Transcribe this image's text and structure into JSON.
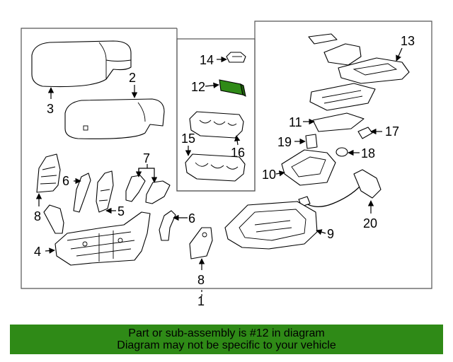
{
  "diagram": {
    "callouts": [
      "1",
      "2",
      "3",
      "4",
      "5",
      "6",
      "6",
      "7",
      "8",
      "8",
      "9",
      "10",
      "11",
      "12",
      "13",
      "14",
      "15",
      "16",
      "17",
      "18",
      "19",
      "20"
    ],
    "highlight_color": "#2f8a17",
    "highlighted_part": "12"
  },
  "caption": {
    "line1": "Part or sub-assembly is #12 in diagram",
    "line2": "Diagram may not be specific to your vehicle",
    "background": "#2f8a17"
  }
}
